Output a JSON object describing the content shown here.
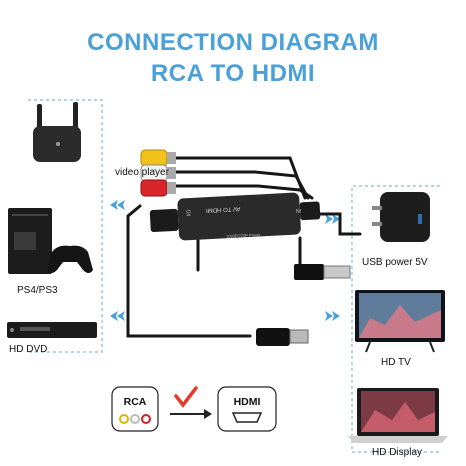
{
  "header": {
    "title_line1": "CONNECTION DIAGRAM",
    "title_line2": "RCA TO HDMI"
  },
  "sources": [
    {
      "label": "video player",
      "icon": "router-box-icon"
    },
    {
      "label": "PS4/PS3",
      "icon": "game-console-icon"
    },
    {
      "label": "HD DVD",
      "icon": "dvd-player-icon"
    }
  ],
  "outputs": [
    {
      "label": "USB power 5V",
      "icon": "usb-power-adapter-icon"
    },
    {
      "label": "HD TV",
      "icon": "tv-icon"
    },
    {
      "label": "HD Display",
      "icon": "laptop-icon"
    }
  ],
  "converter": {
    "face_text": "AV TO HDMI",
    "side_label_left": "I/O",
    "side_label_right": "IN",
    "bottom_text_1": "1080P/720P",
    "bottom_text_2": "Power"
  },
  "legend": {
    "from_label": "RCA",
    "to_label": "HDMI"
  },
  "colors": {
    "accent": "#4aa0d8",
    "check": "#e43a2a",
    "rca_yellow": "#f2c21a",
    "rca_white": "#f0f0f0",
    "rca_red": "#d8262a"
  }
}
